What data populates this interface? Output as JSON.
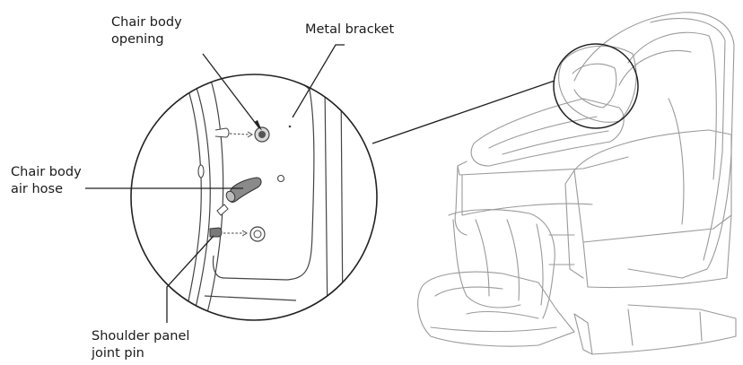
{
  "labels": {
    "chair_body_opening": [
      "Chair body",
      "opening"
    ],
    "metal_bracket": "Metal bracket",
    "chair_body_air_hose": [
      "Chair body",
      "air hose"
    ],
    "shoulder_panel_joint_pin": [
      "Shoulder panel",
      "joint pin"
    ]
  },
  "colors": {
    "line": "#3a3a3a",
    "chair_outline": "#9a9a9a",
    "hose_fill": "#8a8a8a",
    "opening_fill": "#555555"
  }
}
